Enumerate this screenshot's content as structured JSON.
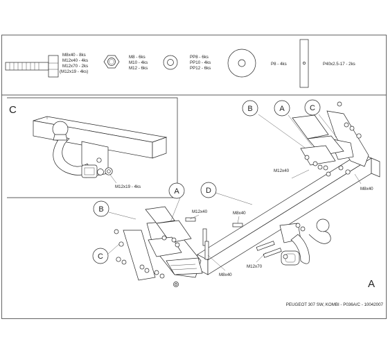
{
  "parts": {
    "bolt": {
      "l1": "M8x40 - 8ks",
      "l2": "M12x40 - 4ks",
      "l3": "M12x70 - 2ks",
      "l4": "(M12x19 - 4ks)"
    },
    "nut": {
      "l1": "M8 - 6ks",
      "l2": "M10 - 4ks",
      "l3": "M12 - 6ks"
    },
    "washer": {
      "l1": "PP8 - 6ks",
      "l2": "PP10 - 4ks",
      "l3": "PP12 - 6ks"
    },
    "big_washer": {
      "l1": "P8 - 4ks"
    },
    "plate": {
      "l1": "P40x2.5-17 - 2ks"
    }
  },
  "detail": {
    "letter": "C",
    "bolt_label": "M12x19 - 4ks"
  },
  "main": {
    "callouts": {
      "b_top": "B",
      "a_top": "A",
      "c_top": "C",
      "d": "D",
      "a_left": "A",
      "b_left": "B",
      "c_left": "C"
    },
    "labels": {
      "m12x40_right": "M12x40",
      "m8x40_right": "M8x40",
      "m12x40_left": "M12x40",
      "m8x40_mid": "M8x40",
      "m8x40_left": "M8x40",
      "m12x70": "M12x70"
    },
    "view_letter": "A"
  },
  "footer": {
    "caption": "PEUGEOT 307 SW, KOMBI  -  P036A/C  -  10042007"
  }
}
